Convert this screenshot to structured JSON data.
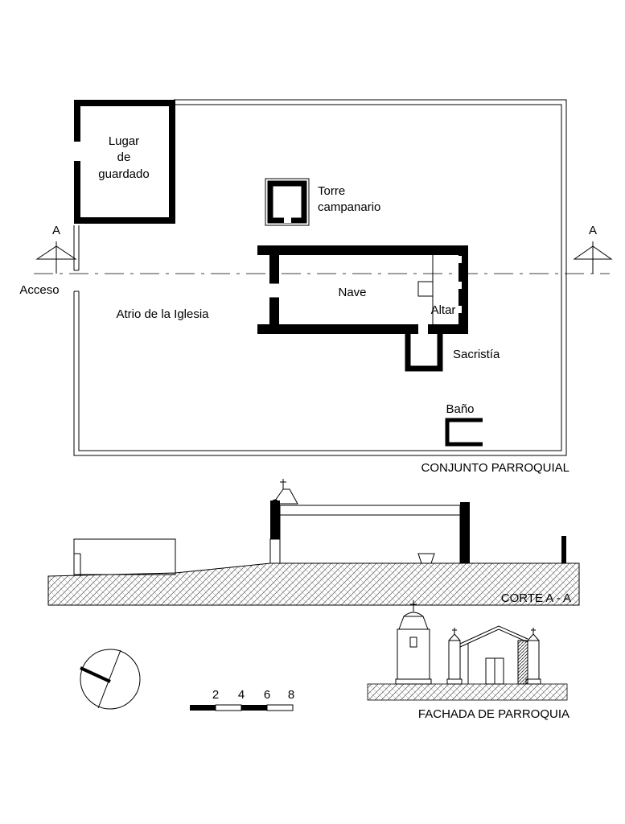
{
  "plan": {
    "title": "CONJUNTO PARROQUIAL",
    "rooms": {
      "storage_line1": "Lugar",
      "storage_line2": "de",
      "storage_line3": "guardado",
      "tower_line1": "Torre",
      "tower_line2": "campanario",
      "nave": "Nave",
      "altar": "Altar",
      "sacristy": "Sacristía",
      "bathroom": "Baño",
      "atrium": "Atrio de la Iglesia",
      "access": "Acceso"
    },
    "section_marker_left": "A",
    "section_marker_right": "A"
  },
  "section": {
    "title": "CORTE A - A"
  },
  "facade": {
    "title": "FACHADA DE PARROQUIA"
  },
  "scale": {
    "ticks": [
      "2",
      "4",
      "6",
      "8"
    ]
  },
  "colors": {
    "ink": "#000000",
    "paper": "#ffffff",
    "hatch": "#555555"
  }
}
